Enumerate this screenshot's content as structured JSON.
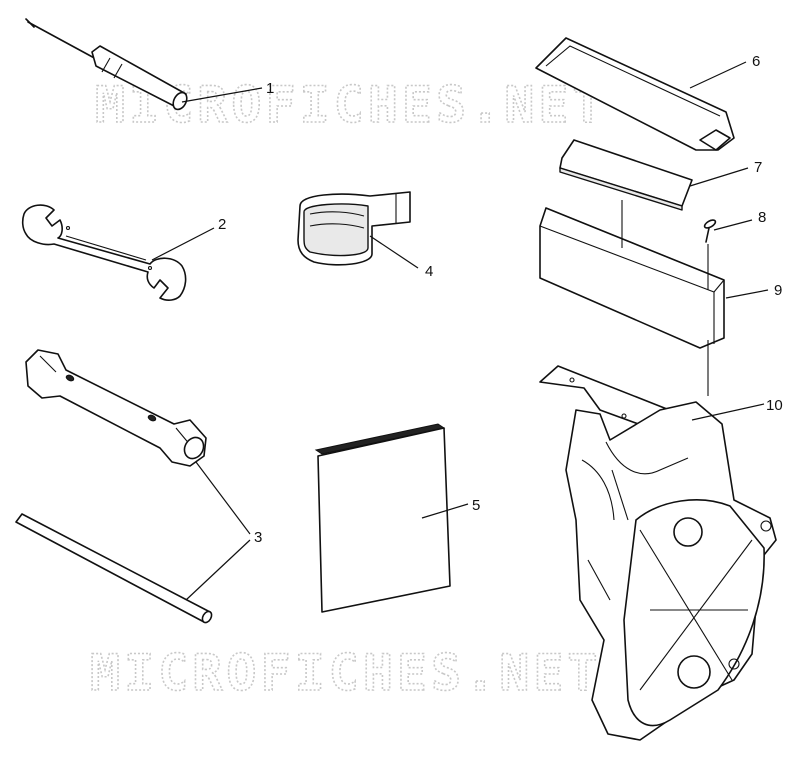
{
  "callouts": [
    "1",
    "2",
    "3",
    "4",
    "5",
    "6",
    "7",
    "8",
    "9",
    "10"
  ],
  "watermarks": [
    "MICROFICHES.NET",
    "MICROFICHES.NET"
  ],
  "colors": {
    "line": "#111111",
    "background": "#ffffff",
    "watermark": "#c8c8c8"
  }
}
